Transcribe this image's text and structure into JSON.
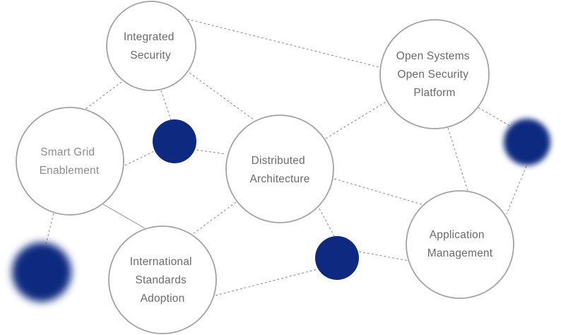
{
  "colors": {
    "accent": "#0e2a80",
    "node_stroke": "#a3a3a3",
    "edge": "#8a8a8a",
    "label": "#6b6b6b"
  },
  "nodes": {
    "integrated_security": {
      "lines": [
        "Integrated",
        "Security"
      ]
    },
    "open_systems": {
      "lines": [
        "Open Systems",
        "Open Security",
        "Platform"
      ]
    },
    "smart_grid": {
      "lines": [
        "Smart Grid",
        "Enablement"
      ]
    },
    "distributed": {
      "lines": [
        "Distributed",
        "Architecture"
      ]
    },
    "international": {
      "lines": [
        "International",
        "Standards",
        "Adoption"
      ]
    },
    "application": {
      "lines": [
        "Application",
        "Management"
      ]
    }
  },
  "dots": [
    "accent-dot",
    "accent-dot",
    "accent-dot",
    "accent-dot"
  ]
}
